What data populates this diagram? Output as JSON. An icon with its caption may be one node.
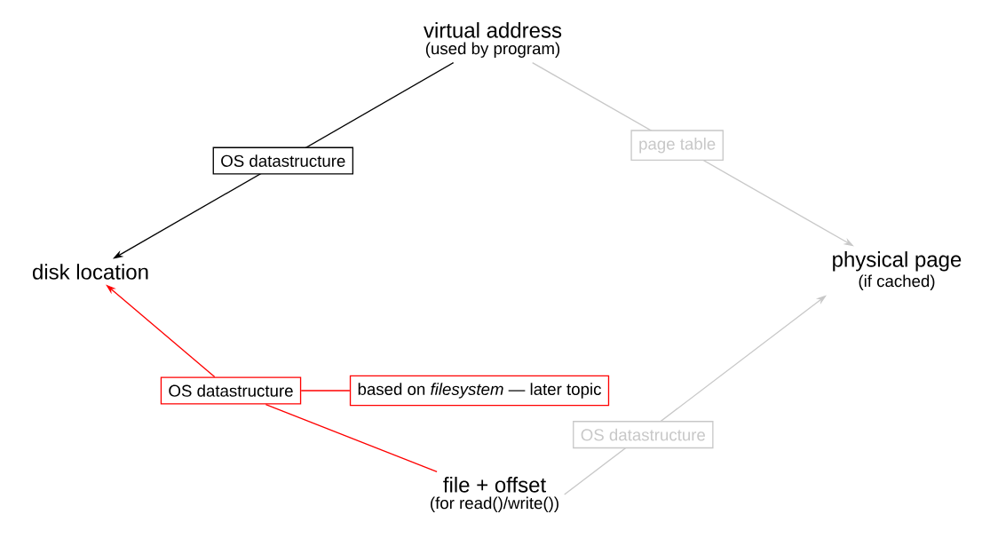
{
  "diagram": {
    "nodes": [
      {
        "text": [
          "virtual address",
          "(used by program)"
        ]
      },
      {
        "text": [
          "disk location"
        ]
      },
      {
        "text": [
          "physical page",
          "(if cached)"
        ]
      },
      {
        "text": [
          "file + offset",
          "(for read()/write())"
        ]
      },
      {
        "text": [
          "OS datastructure"
        ]
      },
      {
        "text": [
          "based on *filesystem* — later topic"
        ]
      }
    ],
    "edges": [
      {
        "from": 0,
        "to": 1,
        "arrow": "to",
        "label": "OS datastructure",
        "color": "#000000"
      },
      {
        "from": 0,
        "to": 2,
        "arrow": "to",
        "label": "page table",
        "color": "#c8c8c8"
      },
      {
        "from": 3,
        "to": 2,
        "arrow": "to",
        "label": "OS datastructure",
        "color": "#c8c8c8"
      },
      {
        "from": 3,
        "to": 4,
        "arrow": "none",
        "color": "#ff0000"
      },
      {
        "from": 4,
        "to": 1,
        "arrow": "to",
        "color": "#ff0000"
      },
      {
        "from": 4,
        "to": 5,
        "arrow": "none",
        "color": "#ff0000"
      }
    ]
  }
}
